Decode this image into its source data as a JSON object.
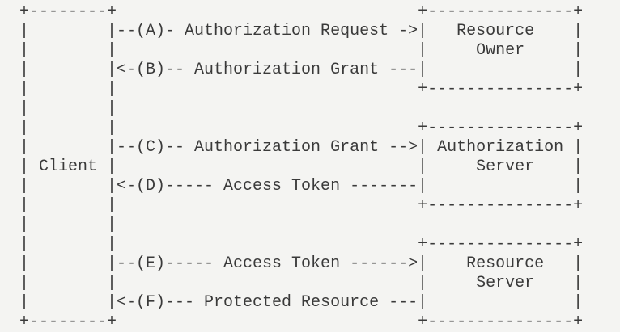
{
  "diagram": {
    "kind": "oauth2-abstract-protocol-flow",
    "lines": [
      "+--------+                               +---------------+",
      "|        |--(A)- Authorization Request ->|   Resource    |",
      "|        |                               |     Owner     |",
      "|        |<-(B)-- Authorization Grant ---|               |",
      "|        |                               +---------------+",
      "|        |",
      "|        |                               +---------------+",
      "|        |--(C)-- Authorization Grant -->| Authorization |",
      "| Client |                               |     Server    |",
      "|        |<-(D)----- Access Token -------|               |",
      "|        |                               +---------------+",
      "|        |",
      "|        |                               +---------------+",
      "|        |--(E)----- Access Token ------>|    Resource   |",
      "|        |                               |     Server    |",
      "|        |<-(F)--- Protected Resource ---|               |",
      "+--------+                               +---------------+"
    ],
    "entities": {
      "client": "Client",
      "resource_owner": "Resource Owner",
      "authorization_server": "Authorization Server",
      "resource_server": "Resource Server"
    },
    "steps": [
      {
        "id": "(A)",
        "label": "Authorization Request",
        "arrow": "->"
      },
      {
        "id": "(B)",
        "label": "Authorization Grant",
        "arrow": "<-"
      },
      {
        "id": "(C)",
        "label": "Authorization Grant",
        "arrow": "->"
      },
      {
        "id": "(D)",
        "label": "Access Token",
        "arrow": "<-"
      },
      {
        "id": "(E)",
        "label": "Access Token",
        "arrow": "->"
      },
      {
        "id": "(F)",
        "label": "Protected Resource",
        "arrow": "<-"
      }
    ],
    "colors": {
      "background": "#f4f4f2",
      "text": "#3a3a3a"
    }
  }
}
